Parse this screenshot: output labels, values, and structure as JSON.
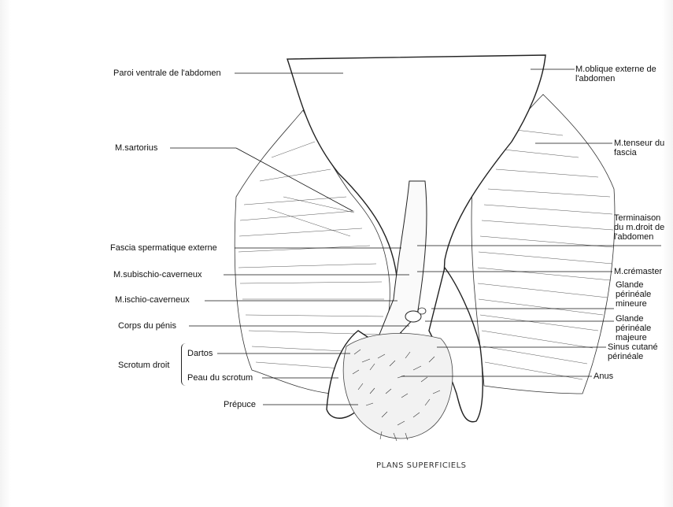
{
  "labels": {
    "paroi": "Paroi ventrale de l'abdomen",
    "sartorius": "M.sartorius",
    "fascia_sperm": "Fascia spermatique externe",
    "subischio": "M.subischio-caverneux",
    "ischio": "M.ischio-caverneux",
    "corps_penis": "Corps du pénis",
    "scrotum_droit": "Scrotum droit",
    "dartos": "Dartos",
    "peau_scrotum": "Peau du scrotum",
    "prepuce": "Prépuce",
    "oblique": "M.oblique externe de l'abdomen",
    "tenseur": "M.tenseur du fascia",
    "droit": "Terminaison du m.droit de l'abdomen",
    "cremaster": "M.crémaster",
    "glande_mineure": "Glande périnéale mineure",
    "glande_majeure": "Glande périnéale majeure",
    "sinus": "Sinus cutané périnéale",
    "anus": "Anus"
  },
  "caption": "PLANS SUPERFICIELS"
}
